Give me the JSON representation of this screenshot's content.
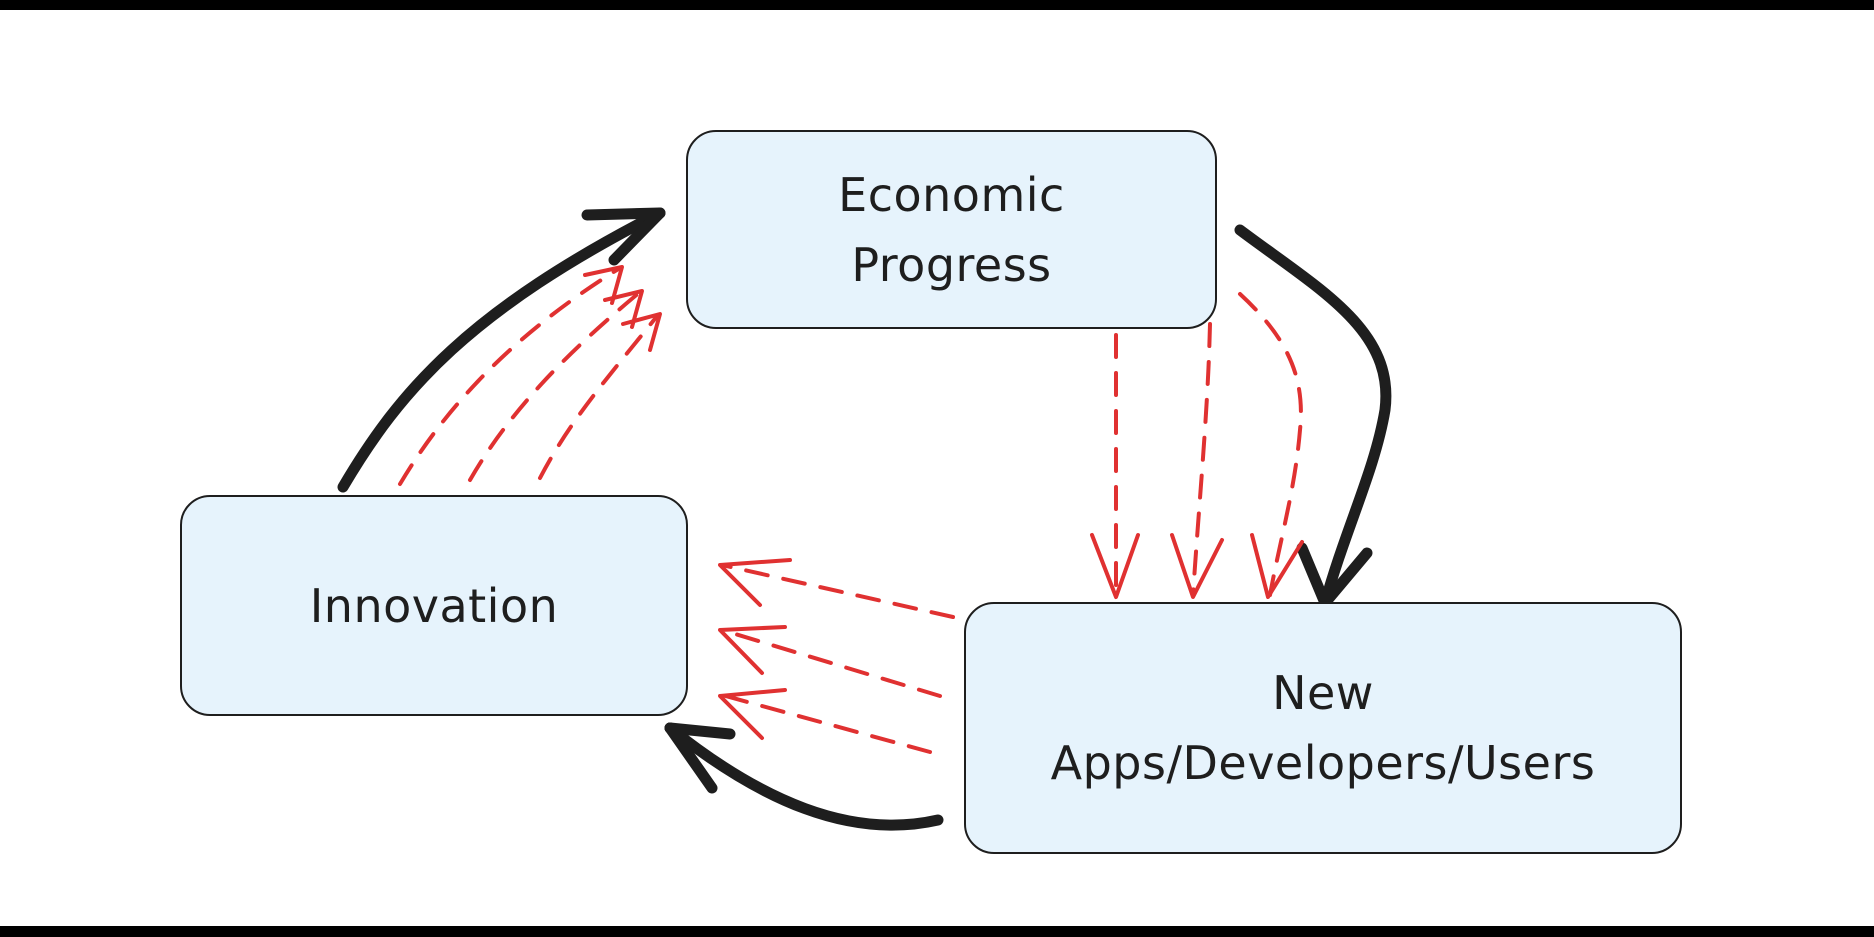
{
  "diagram": {
    "nodes": {
      "economic_progress": {
        "label": "Economic\nProgress"
      },
      "innovation": {
        "label": "Innovation"
      },
      "new_apps": {
        "label": "New\nApps/Developers/Users"
      }
    },
    "edges": [
      {
        "from": "innovation",
        "to": "economic_progress",
        "style": "solid"
      },
      {
        "from": "economic_progress",
        "to": "new_apps",
        "style": "solid"
      },
      {
        "from": "new_apps",
        "to": "innovation",
        "style": "solid"
      },
      {
        "from": "innovation",
        "to": "economic_progress",
        "style": "dashed"
      },
      {
        "from": "economic_progress",
        "to": "new_apps",
        "style": "dashed"
      },
      {
        "from": "new_apps",
        "to": "innovation",
        "style": "dashed"
      }
    ],
    "colors": {
      "box_fill": "#e6f3fc",
      "stroke": "#1e1e1e",
      "dashed_arrow": "#e03131",
      "frame": "#000000"
    }
  }
}
